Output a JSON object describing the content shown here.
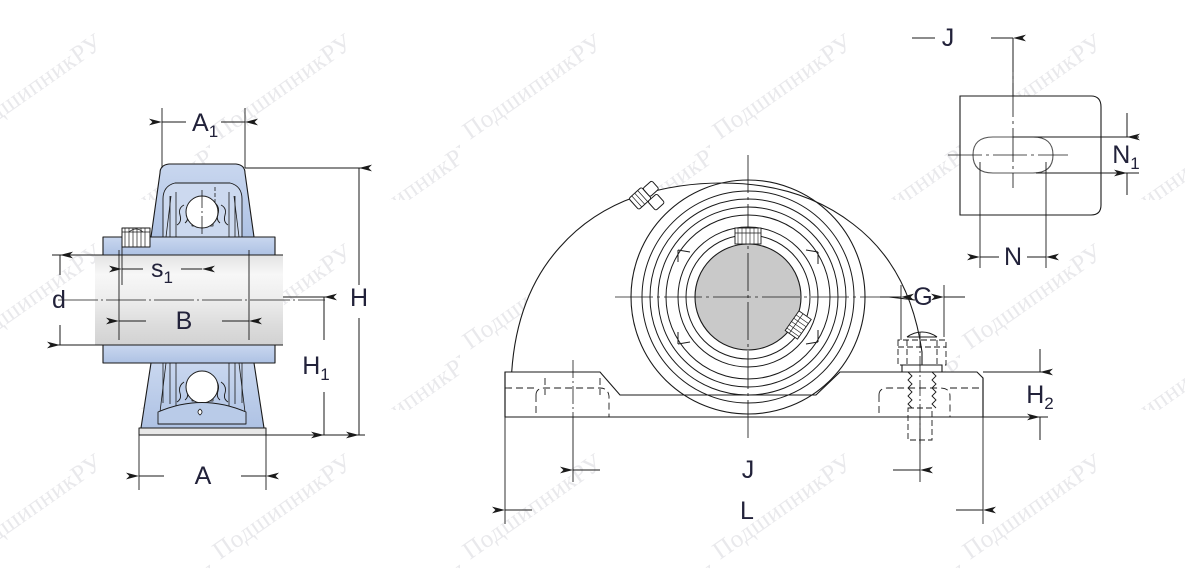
{
  "drawing": {
    "type": "engineering-dimensional-drawing",
    "subject": "pillow block ball bearing unit",
    "views": [
      {
        "id": "left-section",
        "name": "sectional side view"
      },
      {
        "id": "front-view",
        "name": "front elevation view"
      },
      {
        "id": "base-detail",
        "name": "base slot detail (plan)"
      }
    ]
  },
  "watermark": {
    "text": "ПодшипникРУ",
    "color": "#e9e9ec",
    "angle": -35
  },
  "colors": {
    "housing_fill": "#b9cbe8",
    "housing_fill_light": "#ccd9ef",
    "shaft_fill_light": "#f2f2f2",
    "shaft_fill_dark": "#d8d8d8",
    "bore_fill": "#c9c9c9",
    "line": "#1a1a1a",
    "label": "#22223a"
  },
  "dimensions": {
    "left_view": [
      {
        "key": "A1",
        "base": "A",
        "sub": "1",
        "orientation": "horizontal",
        "location": "top",
        "label": "A₁"
      },
      {
        "key": "s1",
        "base": "s",
        "sub": "1",
        "orientation": "horizontal",
        "location": "upper-middle",
        "label": "s₁"
      },
      {
        "key": "d",
        "base": "d",
        "sub": "",
        "orientation": "vertical",
        "location": "far-left",
        "label": "d"
      },
      {
        "key": "B",
        "base": "B",
        "sub": "",
        "orientation": "horizontal",
        "location": "middle",
        "label": "B"
      },
      {
        "key": "A",
        "base": "A",
        "sub": "",
        "orientation": "horizontal",
        "location": "bottom",
        "label": "A"
      },
      {
        "key": "H",
        "base": "H",
        "sub": "",
        "orientation": "vertical",
        "location": "right-outer",
        "label": "H"
      },
      {
        "key": "H1",
        "base": "H",
        "sub": "1",
        "orientation": "vertical",
        "location": "right-inner",
        "label": "H₁"
      }
    ],
    "front_view": [
      {
        "key": "G",
        "base": "G",
        "sub": "",
        "orientation": "horizontal",
        "location": "right-upper",
        "label": "G"
      },
      {
        "key": "J",
        "base": "J",
        "sub": "",
        "orientation": "horizontal",
        "location": "bottom-inner",
        "label": "J"
      },
      {
        "key": "L",
        "base": "L",
        "sub": "",
        "orientation": "horizontal",
        "location": "bottom-outer",
        "label": "L"
      },
      {
        "key": "H2",
        "base": "H",
        "sub": "2",
        "orientation": "vertical",
        "location": "far-right",
        "label": "H₂"
      }
    ],
    "base_detail": [
      {
        "key": "Jd",
        "base": "J",
        "sub": "",
        "orientation": "horizontal",
        "location": "detail-top",
        "label": "J"
      },
      {
        "key": "N1",
        "base": "N",
        "sub": "1",
        "orientation": "vertical",
        "location": "detail-right",
        "label": "N₁"
      },
      {
        "key": "N",
        "base": "N",
        "sub": "",
        "orientation": "horizontal",
        "location": "detail-bottom",
        "label": "N"
      }
    ]
  },
  "labels": {
    "A1": "A",
    "A1_sub": "1",
    "s1": "s",
    "s1_sub": "1",
    "d": "d",
    "B": "B",
    "A": "A",
    "H": "H",
    "H1": "H",
    "H1_sub": "1",
    "H2": "H",
    "H2_sub": "2",
    "G": "G",
    "J": "J",
    "L": "L",
    "J_detail": "J",
    "N": "N",
    "N1": "N",
    "N1_sub": "1"
  },
  "components": {
    "grease_nipple": "grease-nipple",
    "set_screw_upper": "set-screw",
    "set_screw_lower": "set-screw",
    "hex_bolt": "hex-bolt",
    "shaft": "shaft",
    "bore": "bore",
    "slot": "mounting-slot"
  }
}
